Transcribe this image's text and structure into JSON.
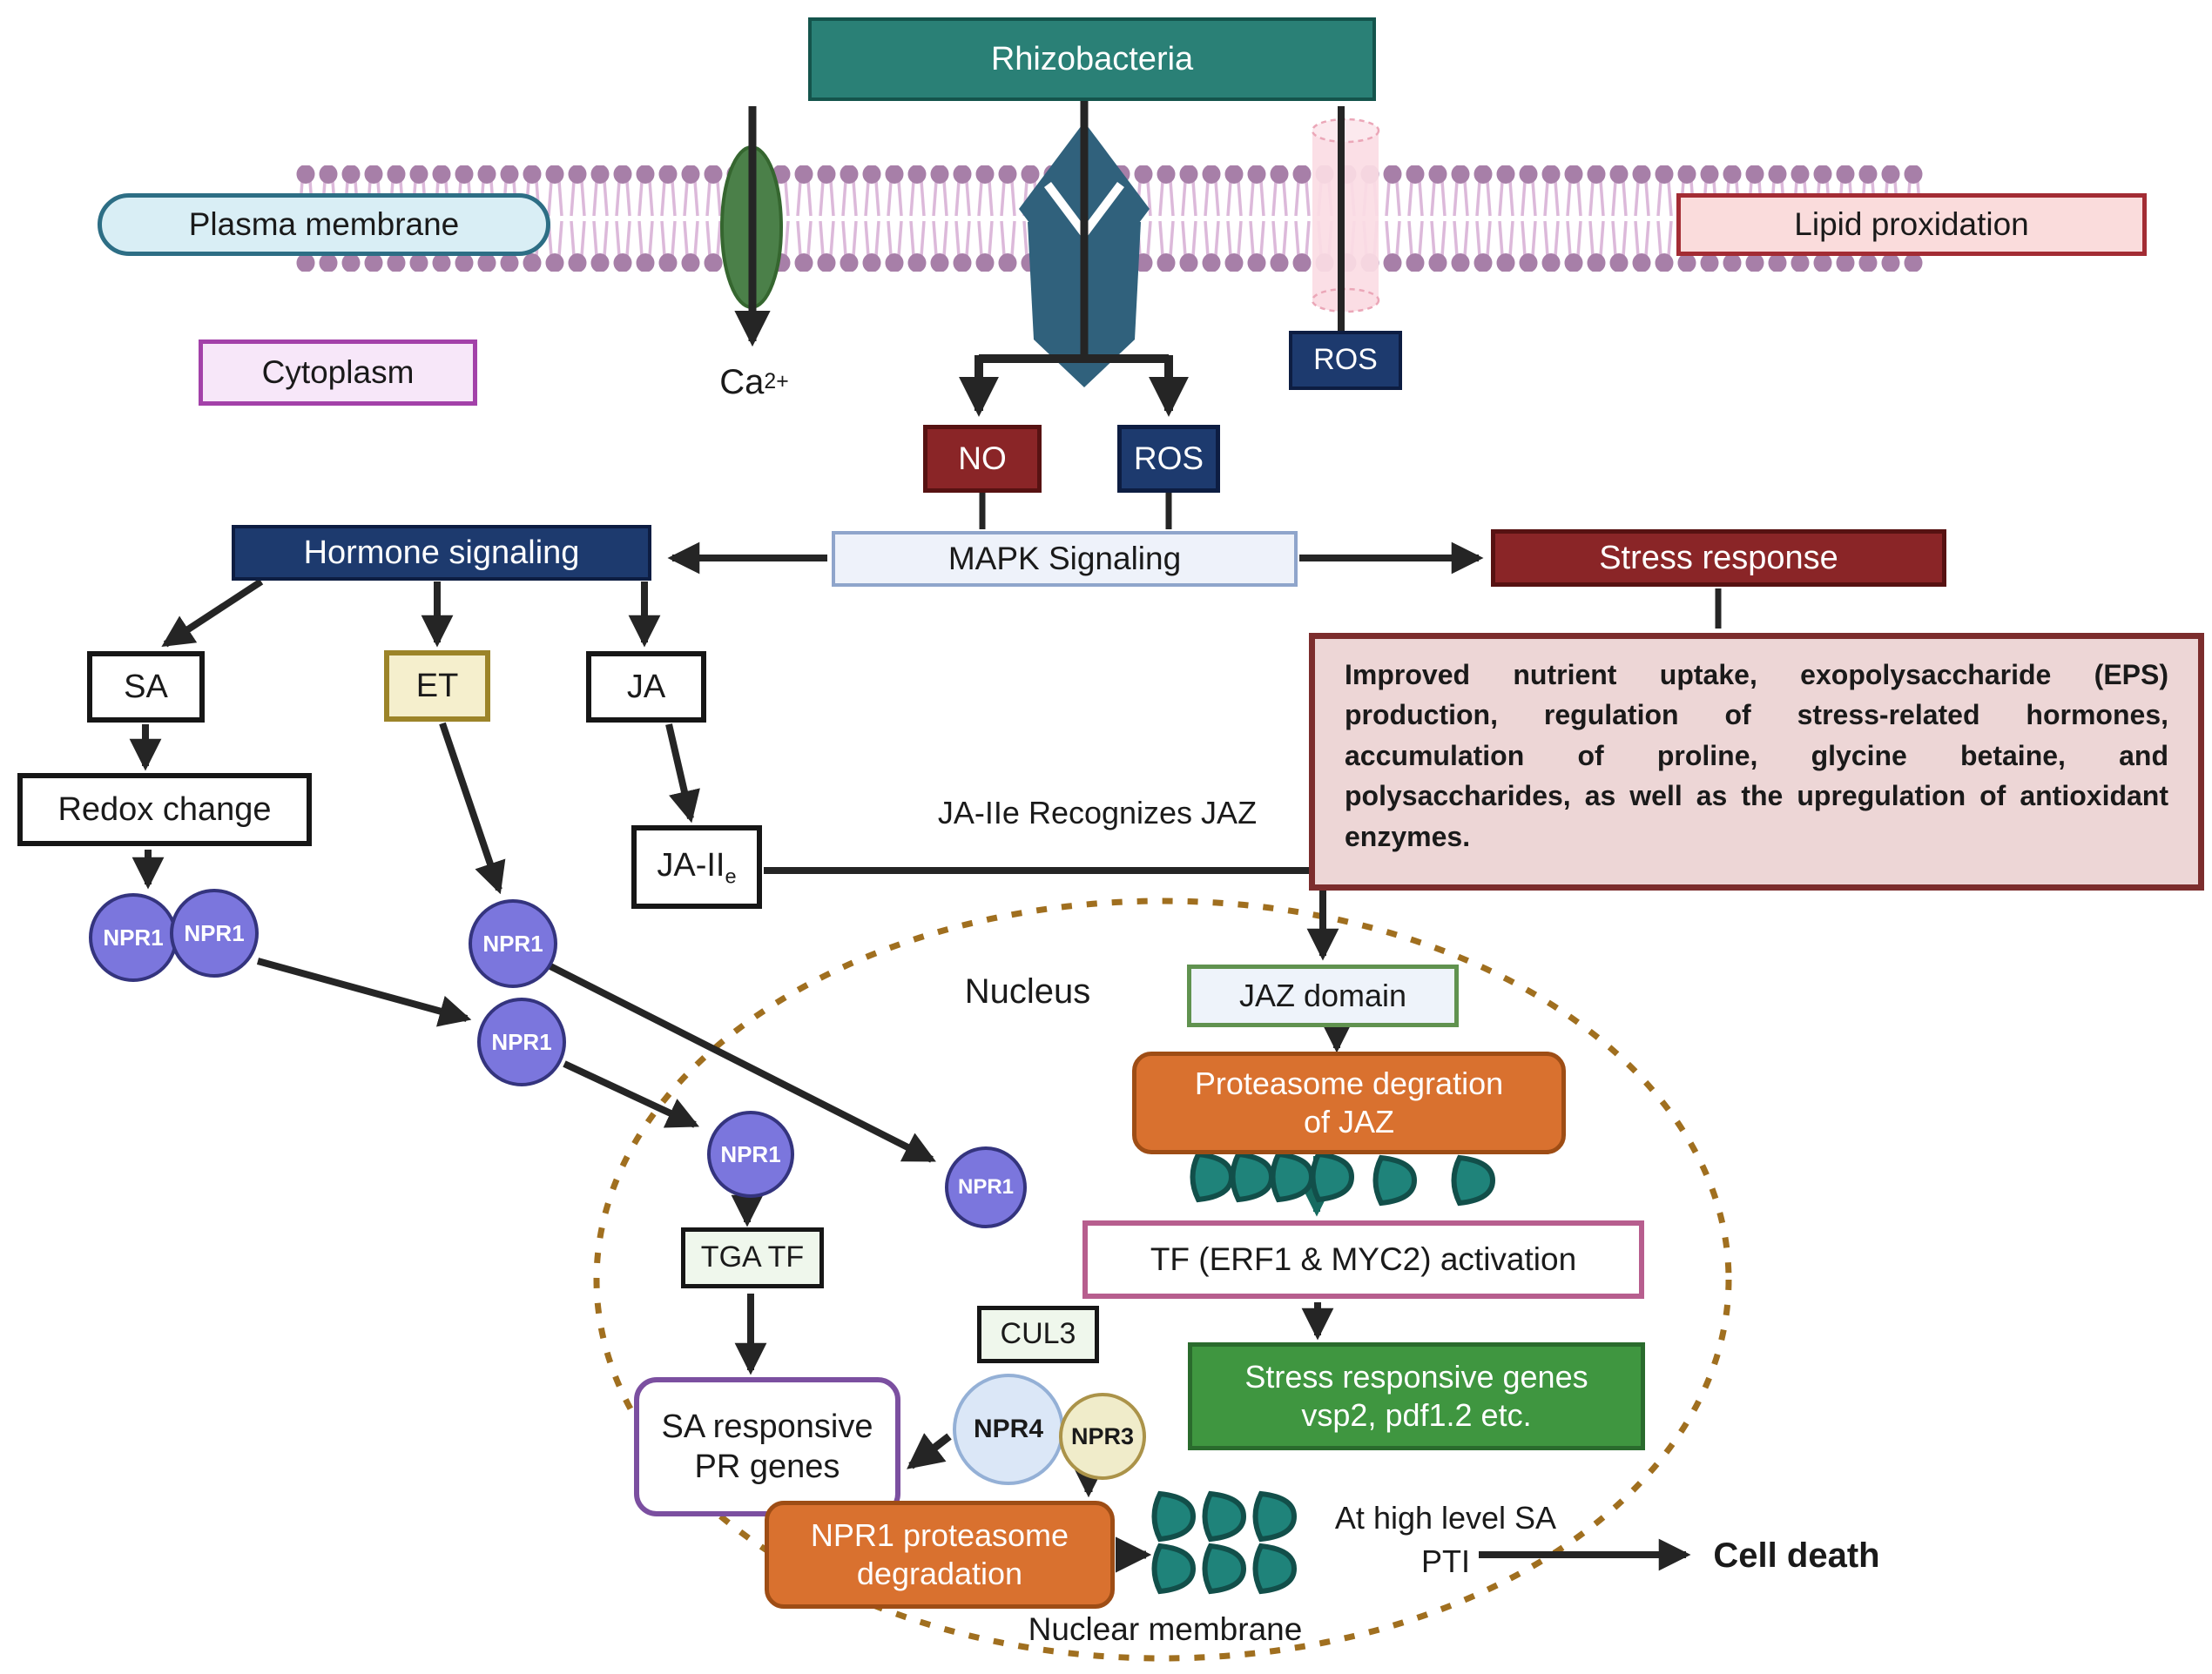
{
  "labels": {
    "rhizobacteria": "Rhizobacteria",
    "plasma_membrane": "Plasma membrane",
    "lipid_proxidation": "Lipid proxidation",
    "cytoplasm": "Cytoplasm",
    "calcium_base": "Ca",
    "calcium_sup": "2+",
    "ros_channel": "ROS",
    "no": "NO",
    "ros": "ROS",
    "mapk": "MAPK Signaling",
    "hormone_signaling": "Hormone signaling",
    "stress_response": "Stress response",
    "stress_detail": "Improved nutrient uptake, exopolysaccharide (EPS) production, regulation of stress-related hormones, accumulation of proline, glycine betaine, and polysaccharides, as well as the upregulation of antioxidant enzymes.",
    "sa": "SA",
    "et": "ET",
    "ja": "JA",
    "redox_change": "Redox change",
    "ja_ile_base": "JA-II",
    "ja_ile_sub": "e",
    "ja_ile_note": "JA-IIe Recognizes JAZ",
    "npr1": "NPR1",
    "nucleus": "Nucleus",
    "jaz_domain": "JAZ domain",
    "proteasome_jaz_l1": "Proteasome degration",
    "proteasome_jaz_l2": "of JAZ",
    "tf_activation": "TF  (ERF1 & MYC2) activation",
    "stress_genes_l1": "Stress responsive genes",
    "stress_genes_l2": "vsp2, pdf1.2 etc.",
    "tga_tf": "TGA TF",
    "sa_pr_l1": "SA responsive",
    "sa_pr_l2": "PR genes",
    "cul3": "CUL3",
    "npr4": "NPR4",
    "npr3": "NPR3",
    "npr1_proteasome_l1": "NPR1 proteasome",
    "npr1_proteasome_l2": "degradation",
    "high_sa_l1": "At high level SA",
    "high_sa_l2": "PTI",
    "cell_death": "Cell death",
    "nuclear_membrane": "Nuclear membrane"
  },
  "colors": {
    "rhizobacteria_teal": "#2a8076",
    "navy": "#1d3a6e",
    "dark_red": "#8a2527",
    "orange": "#d9712f",
    "gene_green": "#3f9640",
    "npr1_purple": "#7b76dd",
    "npr4_blue": "#dbe7f7",
    "npr3_cream": "#f0ecca",
    "nucleus_dash_brown": "#a06f1f",
    "membrane_head_purple": "#a77fa8",
    "degradation_grain_teal": "#1f837a",
    "receptor_slate": "#30617c",
    "channel_green": "#4b8049",
    "channel_pink": "#fbdde4"
  }
}
